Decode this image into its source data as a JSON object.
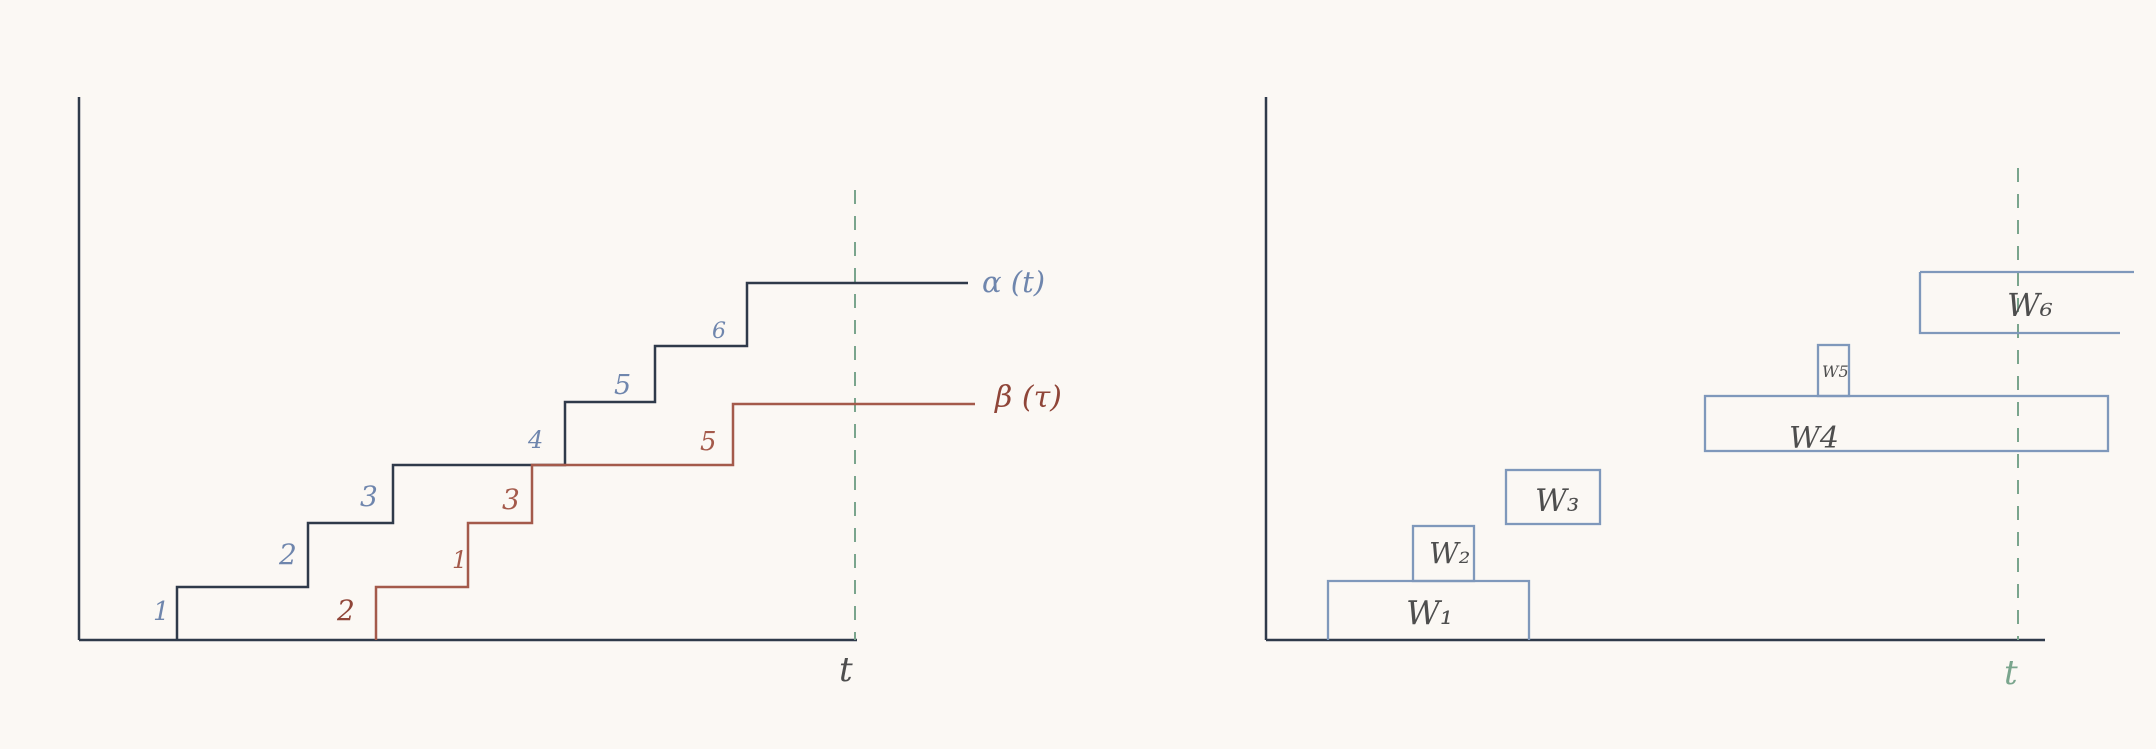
{
  "colors": {
    "background": "#fbf8f4",
    "axis": "#2f3a4a",
    "alpha_curve": "#2f3a4a",
    "alpha_label": "#6f86ad",
    "beta_curve": "#a45a4b",
    "beta_label": "#8f4538",
    "dashed_time": "#7aa58d",
    "window_box": "#7f98bb",
    "window_text": "#4e4e4e"
  },
  "left_diagram": {
    "curve_labels": {
      "alpha": "α (t)",
      "beta": "β (τ)"
    },
    "time_label": "t",
    "alpha_step_numbers": [
      "1",
      "2",
      "3",
      "4",
      "5",
      "6"
    ],
    "beta_step_numbers": [
      "2",
      "1",
      "3",
      "5"
    ]
  },
  "right_diagram": {
    "time_label": "t",
    "windows": [
      {
        "label": "W₁"
      },
      {
        "label": "W₂"
      },
      {
        "label": "W₃"
      },
      {
        "label": "W4"
      },
      {
        "label": "W5"
      },
      {
        "label": "W₆"
      }
    ]
  }
}
